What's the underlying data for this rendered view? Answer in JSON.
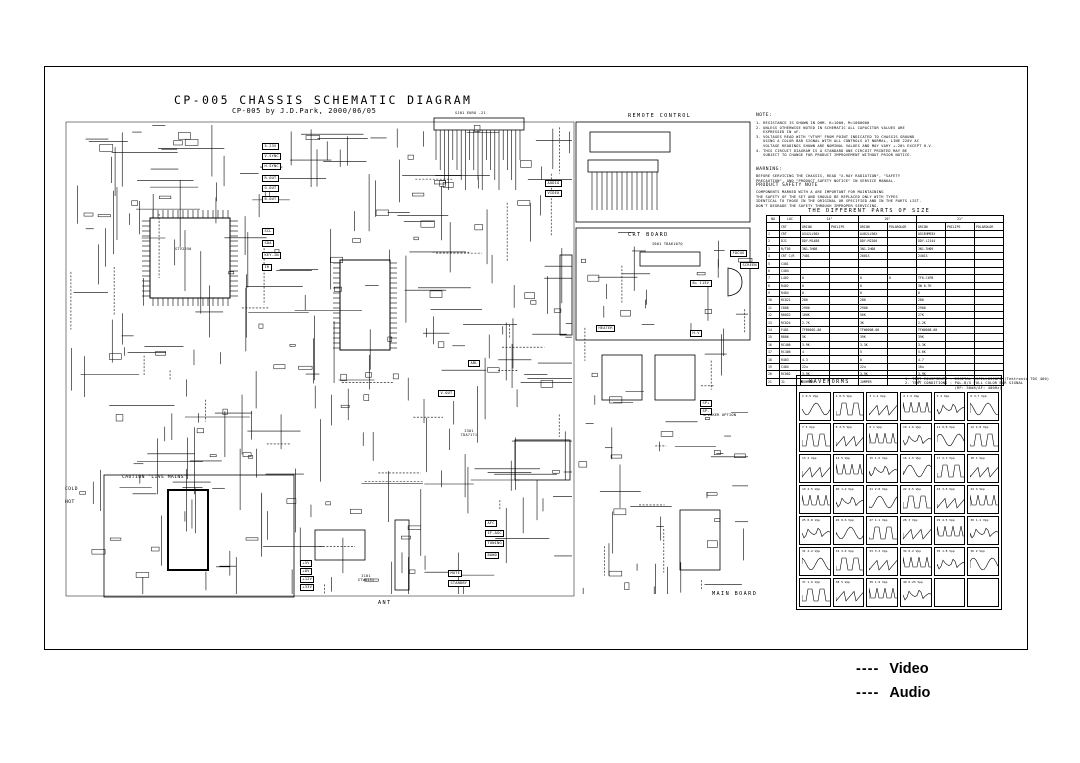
{
  "diagram": {
    "title": "CP-005 CHASSIS  SCHEMATIC DIAGRAM",
    "subtitle": "CP-005 by J.D.Park, 2000/06/05",
    "sections": {
      "remote_control": "REMOTE CONTROL",
      "crt_board": "CRT BOARD",
      "crt_board_ic": "I601  TDA6107Q",
      "main_board": "MAIN BOARD",
      "ant": "ANT",
      "caution": "CAUTION \"LIVE MAINS\"",
      "cold": "COLD",
      "hot": "HOT",
      "waveforms": "▪ WAVEFORMS",
      "different_parts": "THE  DIFFERENT  PARTS  OF  SIZE",
      "scart": "SJ01  EURO -21",
      "speaker_option": "SPEAKER OPTION",
      "stv_ic": "IC01\nSTV8131",
      "tda_ic": "I301\nTDA7171",
      "main_ic": "STV2250"
    },
    "note": {
      "title": "NOTE:",
      "lines": [
        "1. RESISTANCE IS SHOWN IN OHM. K=1000, M=1000000",
        "2. UNLESS OTHERWISE NOTED IN SCHEMATIC ALL CAPACITOR VALUES ARE",
        "   EXPRESSED IN uF.",
        "3. VOLTAGES READ WITH \"VTVM\" FROM POINT INDICATED TO CHASSIS GROUND",
        "   USING A COLOR BAR SIGNAL WITH ALL CONTROLS AT NORMAL, LINE 220V AC",
        "   VOLTAGE READINGS SHOWN ARE NOMINAL VALUES AND MAY VARY +-20% EXCEPT H.V.",
        "4. THIS CIRCUIT DIAGRAM IS A STANDARD ONE CIRCUIT PRINTED MAY BE",
        "   SUBJECT TO CHANGE FOR PRODUCT IMPROVEMENT WITHOUT PRIOR NOTICE."
      ]
    },
    "warning": {
      "title": "WARNING:",
      "lines": [
        "BEFORE SERVICING THE CHASSIS, READ \"X-RAY RADIATION\", \"SAFETY",
        "PRECAUTION\", AND \"PRODUCT SAFETY NOTICE\" IN SERVICE MANUAL."
      ]
    },
    "product_safety": {
      "title": "PRODUCT SAFETY NOTE",
      "lines": [
        "COMPONENTS MARKED WITH A ARE IMPORTANT FOR MAINTAINING",
        "THE SAFETY OF THE SET AND SHOULD BE REPLACED ONLY WITH TYPES",
        "IDENTICAL TO THOSE IN THE ORIGINAL OR SPECIFIED AND IN THE PARTS LIST.",
        "DON'T DEGRADE THE SAFETY THROUGH IMPROPER SERVICING."
      ]
    },
    "parts_table": {
      "headers": [
        "NO",
        "LOC",
        "14\"",
        "20\"",
        "21\""
      ],
      "subheaders": [
        "CRT",
        "ORION",
        "PHILIPS",
        "ORION",
        "POLAROLOR",
        "ORION",
        "PHILIPS",
        "POLAROLOR"
      ],
      "rows": [
        [
          "1",
          "CRT",
          "A34JLL90X",
          "",
          "A48JLL90X",
          "",
          "A51EHM93X",
          "",
          ""
        ],
        [
          "2",
          "DJ1",
          "DDY-M1488",
          "",
          "DDY-M2200",
          "",
          "DDY-L2144",
          "",
          ""
        ],
        [
          "3",
          "R/T05",
          "3N1-3H08",
          "",
          "3N1-2H08",
          "",
          "3N1-3H09",
          "",
          ""
        ],
        [
          "4",
          "CRT C/R",
          "7401",
          "",
          "2001S",
          "",
          "2401S",
          "",
          ""
        ],
        [
          "5",
          "C401",
          "",
          "",
          "",
          "",
          "",
          "",
          ""
        ],
        [
          "6",
          "C404",
          "",
          "",
          "",
          "",
          "",
          "",
          ""
        ],
        [
          "7",
          "L402",
          "0",
          "",
          "0",
          "0",
          "TF6-C4P8",
          "",
          ""
        ],
        [
          "8",
          "R402",
          "0",
          "",
          "0",
          "",
          "3W 6.7K",
          "",
          ""
        ],
        [
          "9",
          "R404",
          "0",
          "",
          "0",
          "",
          "0",
          "",
          ""
        ],
        [
          "10",
          "RC021",
          "280",
          "",
          "280",
          "",
          "280",
          "",
          ""
        ],
        [
          "11",
          "C808",
          "2900",
          "",
          "2900",
          "",
          "2900",
          "",
          ""
        ],
        [
          "12",
          "R0052",
          "100K",
          "",
          "56K",
          "",
          "27K",
          "",
          ""
        ],
        [
          "13",
          "RC024",
          "2.7K",
          "",
          "3K",
          "",
          "2.2K",
          "",
          ""
        ],
        [
          "14",
          "F401",
          "TFB0002-00",
          "",
          "TFW0008-00",
          "",
          "TFW0008-00",
          "",
          ""
        ],
        [
          "15",
          "R806",
          "5K",
          "",
          "39K",
          "",
          "39K",
          "",
          ""
        ],
        [
          "16",
          "RC406",
          "3.9K",
          "",
          "3.3K",
          "",
          "3.3K",
          "",
          ""
        ],
        [
          "17",
          "RC406",
          "4",
          "",
          "5",
          "",
          "5.6K",
          "",
          ""
        ],
        [
          "18",
          "R403",
          "4.3",
          "",
          "0",
          "",
          "4.7",
          "",
          ""
        ],
        [
          "19",
          "C404",
          "22u",
          "",
          "22u",
          "",
          "10u",
          "",
          ""
        ],
        [
          "20",
          "RC002",
          "3.9K",
          "",
          "3.9K",
          "",
          "3.9K",
          "",
          ""
        ],
        [
          "21",
          "J1",
          "JUMPER",
          "",
          "JUMPER",
          "",
          "0",
          "",
          ""
        ]
      ]
    },
    "waveform_notes": [
      "1. TEST EQUIPMENTS : DIGITAL OSCILLOSCOPE (Tektronix TDS 460)",
      "2. TEST CONDITIONS : PAL-B/G FULL COLOR BAR SIGNAL",
      "                     (RF: 50dB/AF: 400Hz)"
    ],
    "waveforms": [
      "1  0.5 Vpp",
      "2  0.5 Vpp",
      "3  1.2 Vpp",
      "4  1.5 Vpp",
      "5  2 Vpp",
      "6  2.7 Vpp",
      "7  5 Vpp",
      "8  2.5 Vpp",
      "9  1 Vpp",
      "10  1.6 Vpp",
      "11  0.8 Vpp",
      "12  2.8 Vpp",
      "13  2 Vpp",
      "14  5 Vpp",
      "15  1.5 Vpp",
      "16  1.5 Vpp",
      "17  2.3 Vpp",
      "18  1 Vpp",
      "19  4.5 Vpp",
      "20  1.2 Vpp",
      "21  2.8 Vpp",
      "22  2.5 Vpp",
      "23  3.6 Vpp",
      "24  4 Vpp",
      "25  0.8 Vpp",
      "26  0.6 Vpp",
      "27  1.1 Vpp",
      "28  3 Vpp",
      "29  4.5 Vpp",
      "30  1.1 Vpp",
      "31  4.2 Vpp",
      "32  3.6 Vpp",
      "33  3.3 Vpp",
      "34  0.2 Vpp",
      "35  1.8 Vpp",
      "36  2 Vpp",
      "37  1.6 Vpp",
      "38  5 Vpp",
      "39  1.9 Vpp",
      "40  0.25 Vpp",
      "",
      ""
    ],
    "signal_labels": [
      "5.23V",
      "V.SYNC",
      "H.SYNC",
      "R-OUT",
      "G-OUT",
      "B-OUT",
      "AUDIO",
      "VIDEO",
      "SCL",
      "SDA",
      "KEY-IN",
      "IR",
      "B+ 115V",
      "HEATER",
      "FOCUS",
      "SCREEN",
      "H.V",
      "ABL",
      "V.OUT",
      "SP+",
      "SP-",
      "AFC",
      "IF-AGC",
      "TUNING",
      "BAND",
      "+5V",
      "+8V",
      "+12V",
      "+33V",
      "MUTE",
      "STANDBY"
    ]
  },
  "legend": {
    "video": {
      "dash": "----",
      "label": "Video"
    },
    "audio": {
      "dash": "----",
      "label": "Audio"
    }
  }
}
